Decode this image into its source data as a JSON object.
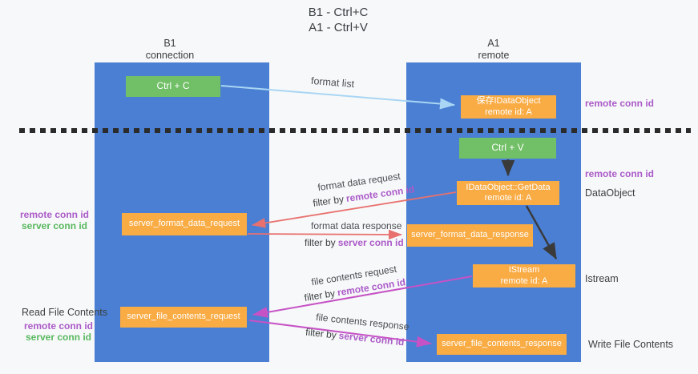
{
  "title": {
    "line1": "B1 - Ctrl+C",
    "line2": "A1 - Ctrl+V"
  },
  "columns": {
    "left": {
      "name": "B1",
      "subtitle": "connection"
    },
    "right": {
      "name": "A1",
      "subtitle": "remote"
    }
  },
  "boxes": {
    "ctrl_c": "Ctrl + C",
    "ctrl_v": "Ctrl + V",
    "save_idataobject": {
      "line1": "保存IDataObject",
      "line2": "remote id: A"
    },
    "getdata": {
      "line1": "IDataObject::GetData",
      "line2": "remote id: A"
    },
    "istream": {
      "line1": "IStream",
      "line2": "remote id: A"
    },
    "format_request": "server_format_data_request",
    "format_response": "server_format_data_response",
    "file_request": "server_file_contents_request",
    "file_response": "server_file_contents_response"
  },
  "arrow_labels": {
    "format_list": "format list",
    "format_data_request": "format data request",
    "format_data_response": "format data response",
    "file_contents_request": "file contents request",
    "file_contents_response": "file contents response",
    "filter_by": "filter by",
    "remote_conn_id": "remote conn id",
    "server_conn_id": "server conn id"
  },
  "side_labels": {
    "right_remote_conn_id_top": "remote conn id",
    "right_remote_conn_id_mid": "remote conn id",
    "dataobject": "DataObject",
    "istream": "Istream",
    "write_file_contents": "Write File Contents",
    "left_remote_conn_id_top": "remote conn id",
    "left_server_conn_id_top": "server conn id",
    "read_file_contents": "Read File Contents",
    "left_remote_conn_id_bottom": "remote conn id",
    "left_server_conn_id_bottom": "server conn id"
  },
  "colors": {
    "page_bg": "#f7f8f9",
    "column_blue": "#4a7fd3",
    "box_orange": "#f9ab44",
    "box_green": "#71bf66",
    "arrow_blue": "#a9d6f4",
    "arrow_red": "#e8716f",
    "arrow_magenta": "#c653c6",
    "arrow_black": "#3a3a3a",
    "text_purple": "#ab5bc9",
    "text_green": "#58b85f",
    "text_dark": "#3c4043",
    "dash_black": "#2b2b2b"
  }
}
